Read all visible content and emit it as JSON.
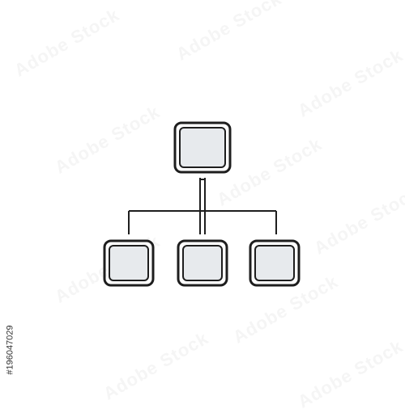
{
  "icon": {
    "name": "org-chart-icon",
    "colors": {
      "stroke": "#1e1e1e",
      "fill": "#e7eaed",
      "background": "#ffffff"
    },
    "nodes": {
      "top": "top-node",
      "children": [
        "child-node-left",
        "child-node-center",
        "child-node-right"
      ]
    }
  },
  "watermark_text": "Adobe Stock",
  "image_id": "#196047029"
}
